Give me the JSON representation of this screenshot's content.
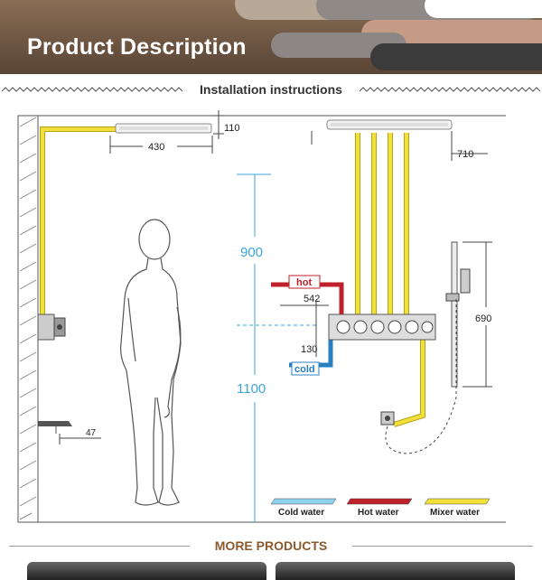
{
  "banner": {
    "title": "Product Description"
  },
  "section": {
    "title": "Installation instructions"
  },
  "diagram": {
    "dimensions": {
      "ceiling_offset": "110",
      "rain_head_width": "430",
      "wall_offset": "710",
      "height_upper": "900",
      "height_lower": "1100",
      "valve_offset": "542",
      "inlet_spacing": "130",
      "slide_bar_length": "690",
      "spout_projection": "47"
    },
    "labels": {
      "hot": "hot",
      "cold": "cold"
    },
    "legend": [
      {
        "label": "Cold water",
        "color": "#8fd3f0"
      },
      {
        "label": "Hot water",
        "color": "#c0202a"
      },
      {
        "label": "Mixer water",
        "color": "#f2e03a"
      }
    ],
    "colors": {
      "dimension_blue": "#3aa6d8",
      "hot_pipe": "#c0202a",
      "cold_pipe": "#2a7fc0",
      "mixer_pipe": "#f2e03a"
    }
  },
  "more_products": {
    "title": "MORE PRODUCTS"
  }
}
